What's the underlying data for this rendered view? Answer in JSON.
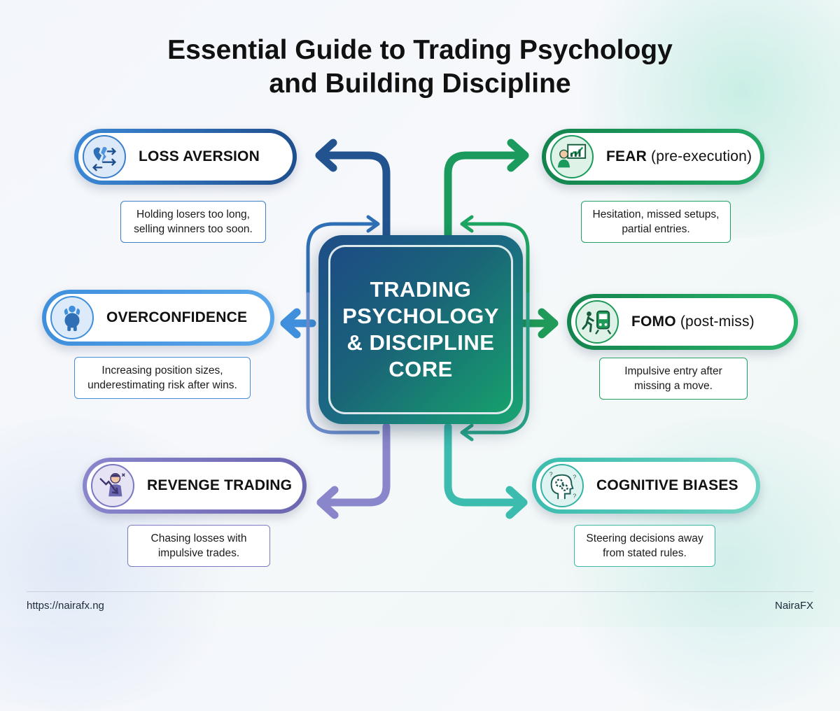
{
  "title_line1": "Essential Guide to Trading Psychology",
  "title_line2": "and Building Discipline",
  "core": {
    "line1": "TRADING",
    "line2": "PSYCHOLOGY",
    "line3": "& DISCIPLINE",
    "line4": "CORE"
  },
  "nodes": {
    "loss_aversion": {
      "label": "LOSS AVERSION",
      "desc_line1": "Holding losers too long,",
      "desc_line2": "selling winners too soon.",
      "color": "#2f6fb6",
      "icon": "broken-heart-arrows-icon"
    },
    "overconfidence": {
      "label": "OVERCONFIDENCE",
      "desc_line1": "Increasing position sizes,",
      "desc_line2": "underestimating risk after wins.",
      "color": "#3f8fdc",
      "icon": "flexing-figure-icon"
    },
    "revenge_trading": {
      "label": "REVENGE TRADING",
      "desc_line1": "Chasing losses with",
      "desc_line2": "impulsive trades.",
      "color": "#7a78c0",
      "icon": "angry-trader-down-chart-icon"
    },
    "fear": {
      "label": "FEAR",
      "label_sub": "(pre-execution)",
      "desc_line1": "Hesitation, missed setups,",
      "desc_line2": "partial entries.",
      "color": "#1a9a5c",
      "icon": "trader-chart-icon"
    },
    "fomo": {
      "label": "FOMO",
      "label_sub": "(post-miss)",
      "desc_line1": "Impulsive entry after",
      "desc_line2": "missing a move.",
      "color": "#1f9a58",
      "icon": "running-train-icon"
    },
    "cognitive_biases": {
      "label": "COGNITIVE BIASES",
      "desc_line1": "Steering decisions away",
      "desc_line2": "from stated rules.",
      "color": "#35b3a5",
      "icon": "head-gears-icon"
    }
  },
  "footer": {
    "url": "https://nairafx.ng",
    "brand": "NairaFX"
  }
}
